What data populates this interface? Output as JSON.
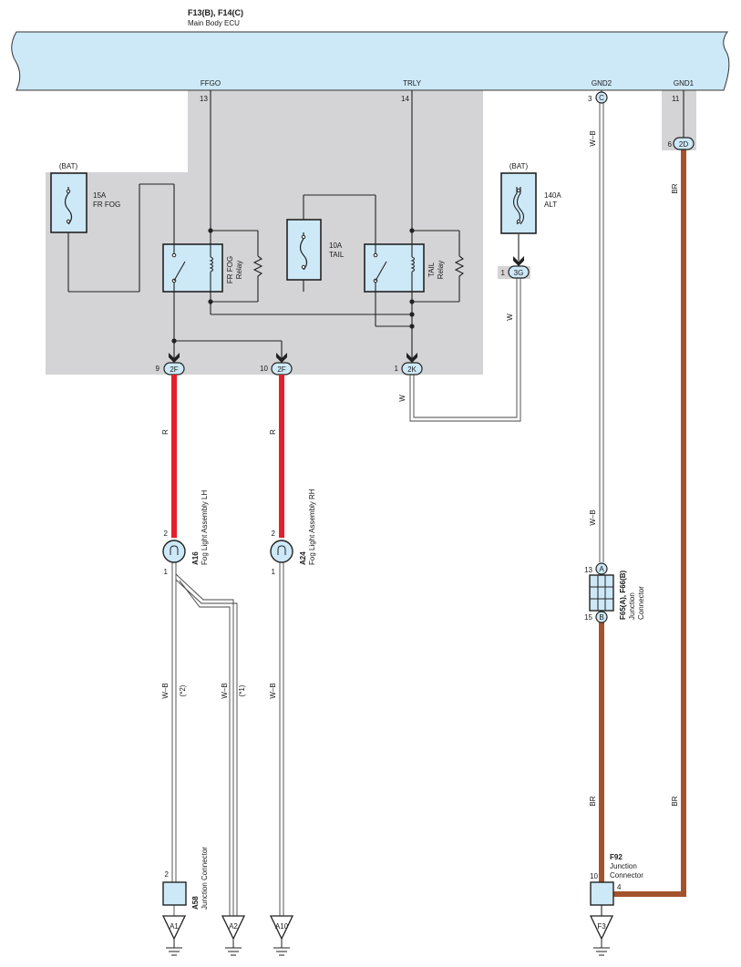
{
  "ecu": {
    "title": "F13(B), F14(C)",
    "subtitle": "Main Body ECU",
    "pins": {
      "ffgo": {
        "name": "FFGO",
        "number": "13"
      },
      "trly": {
        "name": "TRLY",
        "number": "14"
      },
      "gnd2": {
        "name": "GND2",
        "number": "3",
        "conn": "C"
      },
      "gnd1": {
        "name": "GND1",
        "number": "11",
        "conn": "2D",
        "pin": "6"
      }
    }
  },
  "fuses": {
    "frfog": {
      "bat": "(BAT)",
      "rating": "15A",
      "name": "FR FOG"
    },
    "tail": {
      "rating": "10A",
      "name": "TAIL"
    },
    "alt": {
      "bat": "(BAT)",
      "rating": "140A",
      "name": "ALT"
    }
  },
  "relays": {
    "frfog": {
      "line1": "FR FOG",
      "line2": "Relay"
    },
    "tail": {
      "line1": "TAIL",
      "line2": "Relay"
    }
  },
  "connectors": {
    "c2f_a": {
      "pin": "9",
      "label": "2F"
    },
    "c2f_b": {
      "pin": "10",
      "label": "2F"
    },
    "c2k": {
      "pin": "1",
      "label": "2K"
    },
    "c3g": {
      "pin": "1",
      "label": "3G"
    }
  },
  "wire_colors": {
    "R": "R",
    "W": "W",
    "WB": "W–B",
    "BR": "BR"
  },
  "colors": {
    "ecu_fill": "#cde9f8",
    "shade": "#d4d4d6",
    "red_wire": "#e51f2b",
    "brown_wire": "#a3532b",
    "component_fill": "#cde9f8"
  },
  "lamps": {
    "lh": {
      "code": "A16",
      "name": "Fog Light Assembly LH",
      "pin_top": "2",
      "pin_bottom": "1"
    },
    "rh": {
      "code": "A24",
      "name": "Fog Light Assembly RH",
      "pin_top": "2",
      "pin_bottom": "1"
    }
  },
  "notes": {
    "star2": "(*2)",
    "star1": "(*1)"
  },
  "junction_f65": {
    "code": "F65(A), F66(B)",
    "line1": "Junction",
    "line2": "Connector",
    "pin_a": "13",
    "conn_a": "A",
    "pin_b": "15",
    "conn_b": "B"
  },
  "junction_f92": {
    "code": "F92",
    "line1": "Junction",
    "line2": "Connector",
    "pin_left": "10",
    "pin_right": "4"
  },
  "junction_a58": {
    "code": "A58",
    "name": "Junction Connector",
    "pin": "2"
  },
  "grounds": {
    "a1": "A1",
    "a2": "A2",
    "a10": "A10",
    "f3": "F3"
  }
}
